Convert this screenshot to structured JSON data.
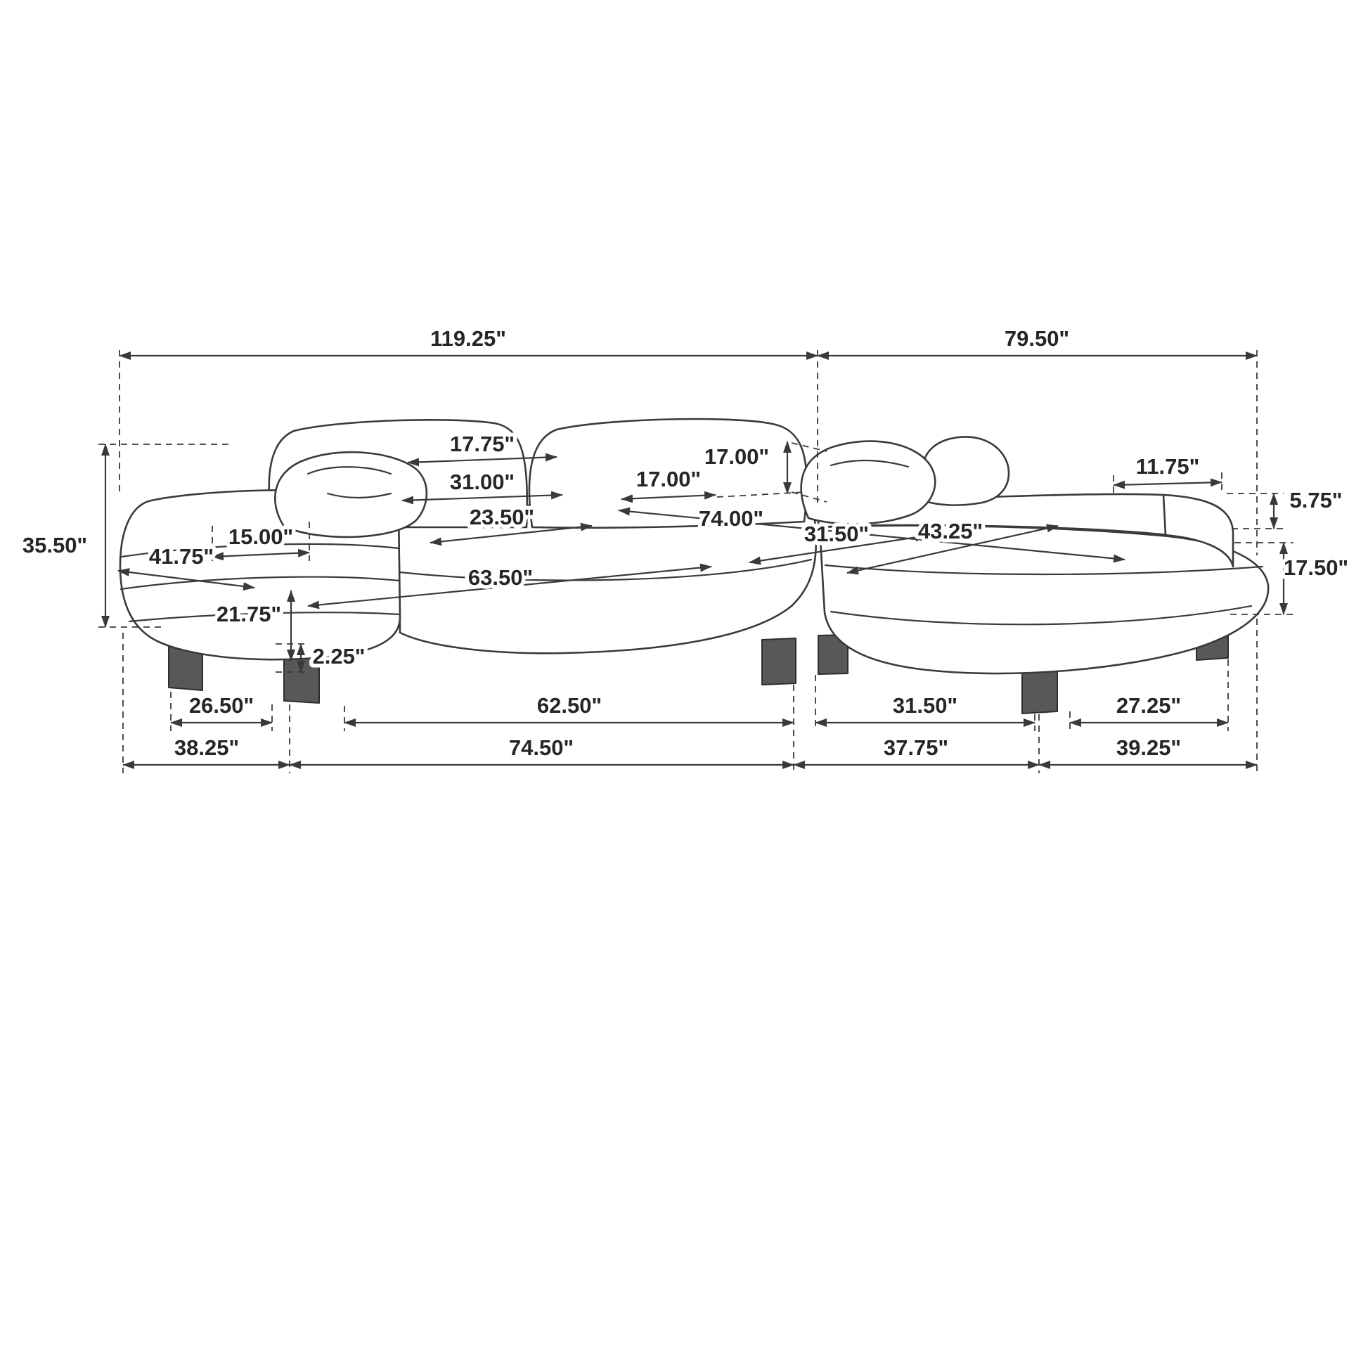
{
  "diagram": {
    "type": "furniture-dimension-drawing",
    "subject": "Sectional sofa with right-facing chaise, line drawing with dimensions",
    "units": "inches",
    "colors": {
      "line": "#3a3a3a",
      "text": "#262626",
      "background": "#ffffff",
      "leg_fill": "#585858"
    },
    "dimensions": {
      "overall_width_left_section": "119.25\"",
      "overall_width_right_section": "79.50\"",
      "overall_height": "35.50\"",
      "back_cushion_top_width": "17.75\"",
      "back_cushion_width": "31.00\"",
      "accent_pillow_height": "17.00\"",
      "accent_pillow_width": "17.00\"",
      "chaise_back_rail_width": "11.75\"",
      "chaise_back_rail_height": "5.75\"",
      "seat_depth": "23.50\"",
      "chaise_total_length": "74.00\"",
      "chaise_seat_width": "31.50\"",
      "chaise_seat_length": "43.25\"",
      "seat_height": "17.50\"",
      "left_arm_depth": "41.75\"",
      "arm_top_width": "15.00\"",
      "seat_interior_width": "63.50\"",
      "arm_front_height": "21.75\"",
      "leg_clearance": "2.25\"",
      "left_leg_spacing_inner": "26.50\"",
      "center_leg_spacing_inner": "62.50\"",
      "section_gap_leg_spacing": "31.50\"",
      "chaise_leg_spacing_inner": "27.25\"",
      "left_leg_span_outer": "38.25\"",
      "center_leg_span_outer": "74.50\"",
      "section_gap_span_outer": "37.75\"",
      "chaise_leg_span_outer": "39.25\""
    }
  }
}
